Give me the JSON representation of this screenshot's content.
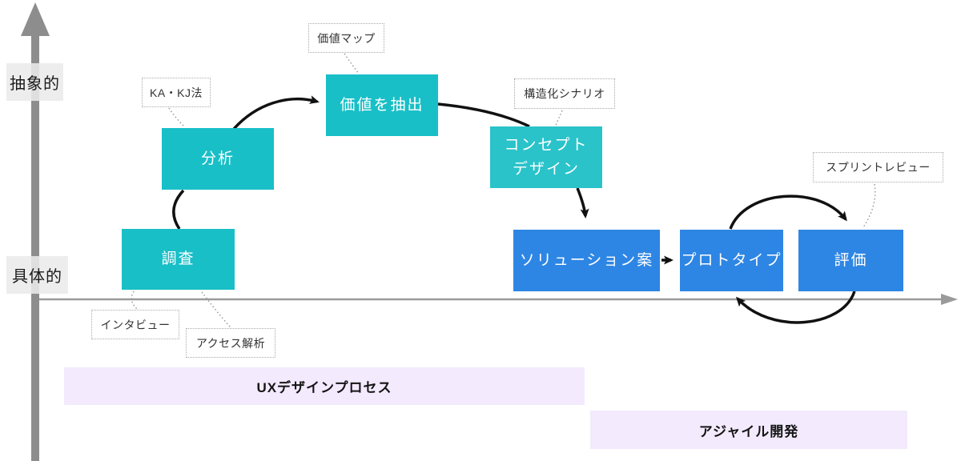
{
  "diagram": {
    "title": "UX design process and agile development flow diagram",
    "axis": {
      "top_label": "抽象的",
      "bottom_label": "具体的"
    },
    "stages": [
      {
        "id": "research",
        "label": "調査"
      },
      {
        "id": "analysis",
        "label": "分析"
      },
      {
        "id": "extract-value",
        "label": "価値を抽出"
      },
      {
        "id": "concept-design",
        "label": "コンセプト\nデザイン"
      },
      {
        "id": "solution-proposal",
        "label": "ソリューション案"
      },
      {
        "id": "prototype",
        "label": "プロトタイプ"
      },
      {
        "id": "evaluation",
        "label": "評価"
      }
    ],
    "methods": [
      {
        "id": "ka-kj",
        "label": "KA・KJ法",
        "attached_to": "analysis"
      },
      {
        "id": "value-map",
        "label": "価値マップ",
        "attached_to": "extract-value"
      },
      {
        "id": "structured-scenario",
        "label": "構造化シナリオ",
        "attached_to": "concept-design"
      },
      {
        "id": "sprint-review",
        "label": "スプリントレビュー",
        "attached_to": "evaluation"
      },
      {
        "id": "interview",
        "label": "インタビュー",
        "attached_to": "research"
      },
      {
        "id": "access-analytics",
        "label": "アクセス解析",
        "attached_to": "research"
      }
    ],
    "bands": [
      {
        "id": "ux-design-process",
        "label": "UXデザインプロセス"
      },
      {
        "id": "agile-development",
        "label": "アジャイル開発"
      }
    ],
    "colors": {
      "teal": "#19bfc7",
      "teal_light": "#2ac3ca",
      "blue": "#2e86e4",
      "axis_gray": "#8d8d8d",
      "x_axis_gray": "#9a9a9a",
      "arrow_black": "#111111",
      "connector_gray": "#999999",
      "band_bg": "#f3eafd",
      "axis_label_bg": "#ebebeb"
    }
  }
}
